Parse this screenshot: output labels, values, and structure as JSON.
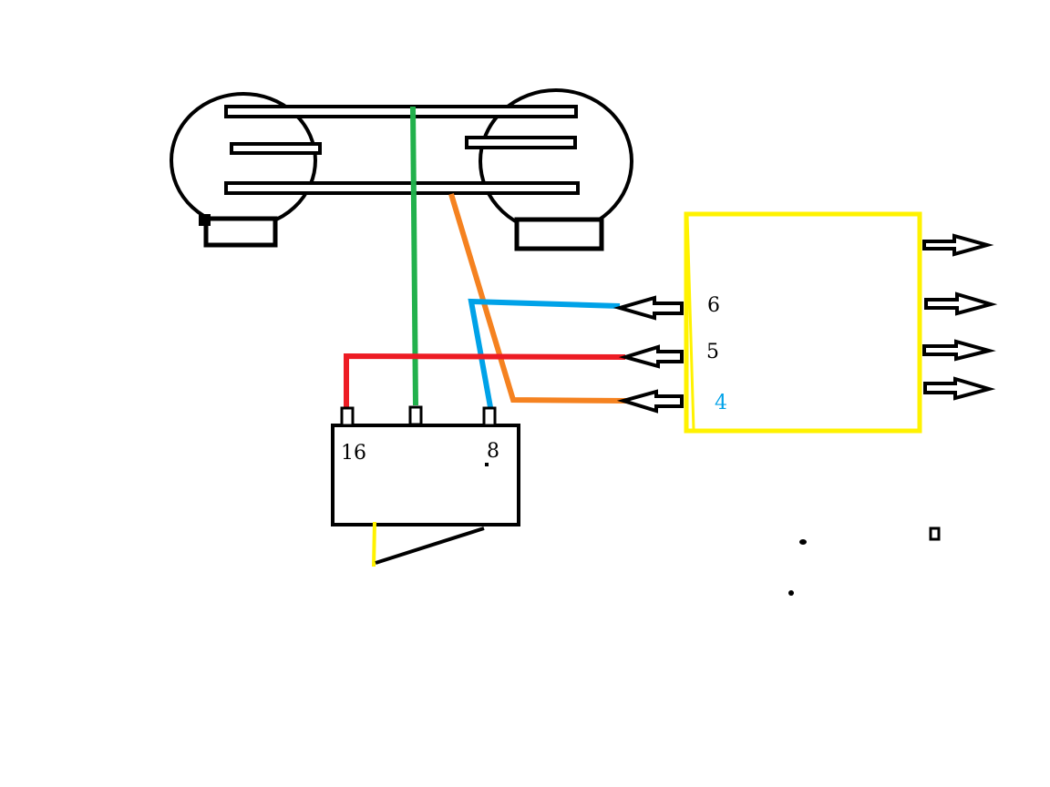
{
  "colors": {
    "background": "#ffffff",
    "outline": "#000000",
    "wire_green": "#22b14c",
    "wire_orange": "#f58220",
    "wire_blue": "#00a2e8",
    "wire_red": "#ed1c24",
    "module_border": "#fff200",
    "label_pin4": "#00a2e8"
  },
  "connector": {
    "pin_left_label": "16",
    "pin_right_label": "8"
  },
  "module": {
    "pin_6_label": "6",
    "pin_5_label": "5",
    "pin_4_label": "4"
  }
}
